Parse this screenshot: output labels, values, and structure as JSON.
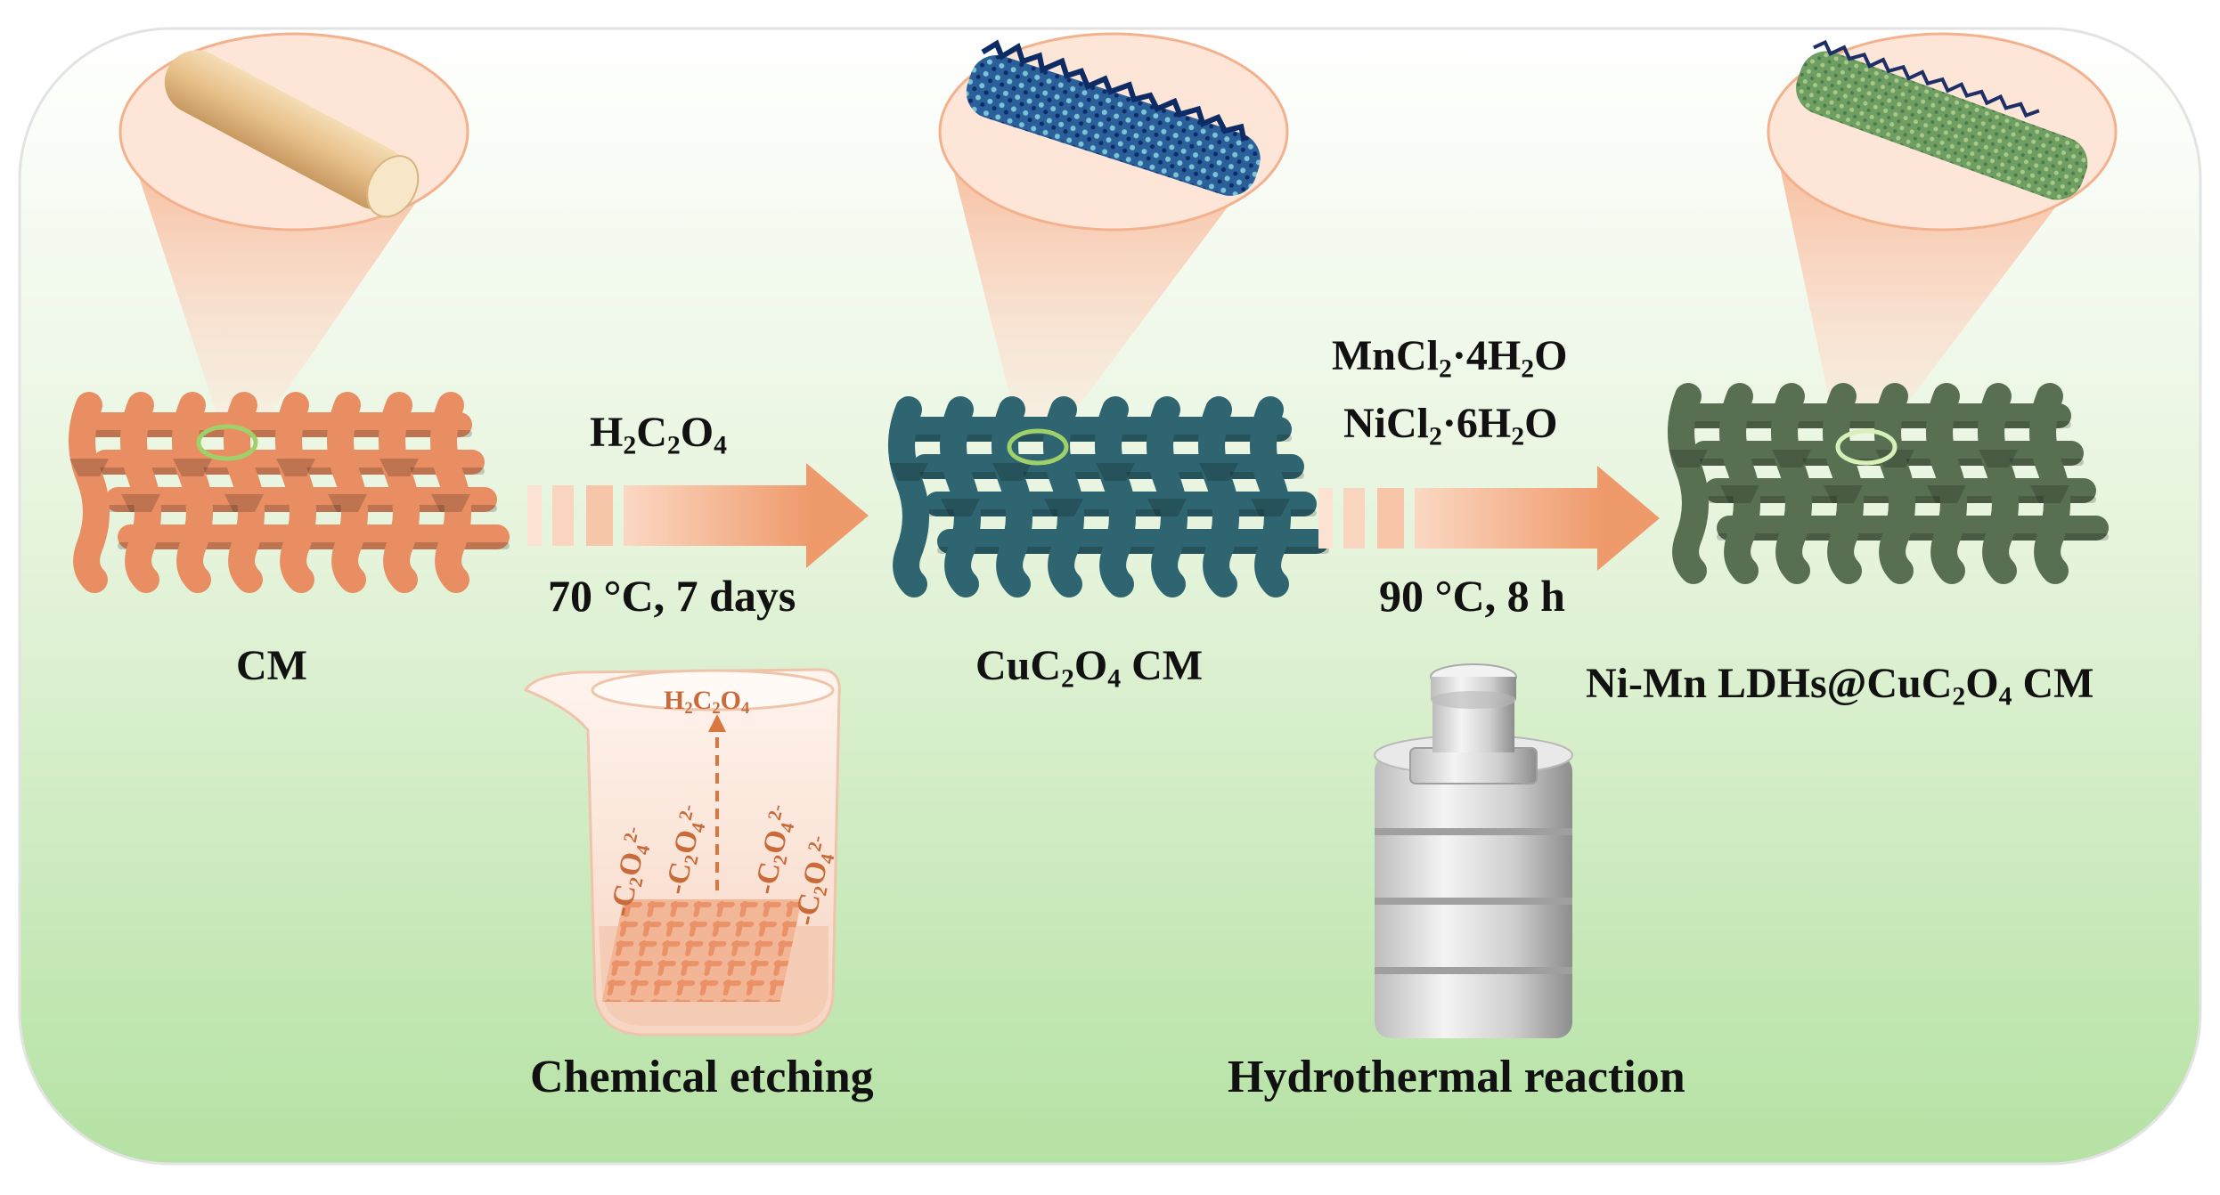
{
  "colors": {
    "panel_top": "#ffffff",
    "panel_bottom": "#b5e2a4",
    "mesh_cm": "#e98e63",
    "mesh_cuc2o4": "#2f6570",
    "mesh_ldh": "#596f52",
    "arrow": "#f0a47a",
    "cone": "#f6c2a6",
    "highlight_ring": "#9fd16a",
    "oxalate_text": "#c96a3a"
  },
  "stages": {
    "cm": {
      "label": "CM"
    },
    "cuc2o4": {
      "label_pre": "CuC",
      "sub1": "2",
      "mid": "O",
      "sub2": "4",
      "label_post": " CM"
    },
    "ldh": {
      "label_pre": "Ni-Mn LDHs@CuC",
      "sub1": "2",
      "mid": "O",
      "sub2": "4",
      "label_post": " CM"
    }
  },
  "step1": {
    "reagent": {
      "a": "H",
      "s1": "2",
      "b": "C",
      "s2": "2",
      "c": "O",
      "s3": "4"
    },
    "condition": "70 °C, 7 days",
    "process": "Chemical etching",
    "beaker_label": {
      "a": "H",
      "s1": "2",
      "b": "C",
      "s2": "2",
      "c": "O",
      "s3": "4"
    },
    "oxalate": {
      "pre": "-C",
      "s1": "2",
      "mid": "O",
      "s2": "4",
      "sup": "2-"
    }
  },
  "step2": {
    "reagent1": {
      "a": "MnCl",
      "s1": "2",
      "b": "·4H",
      "s2": "2",
      "c": "O"
    },
    "reagent2": {
      "a": "NiCl",
      "s1": "2",
      "b": "·6H",
      "s2": "2",
      "c": "O"
    },
    "condition": "90 °C, 8 h",
    "process": "Hydrothermal reaction"
  }
}
